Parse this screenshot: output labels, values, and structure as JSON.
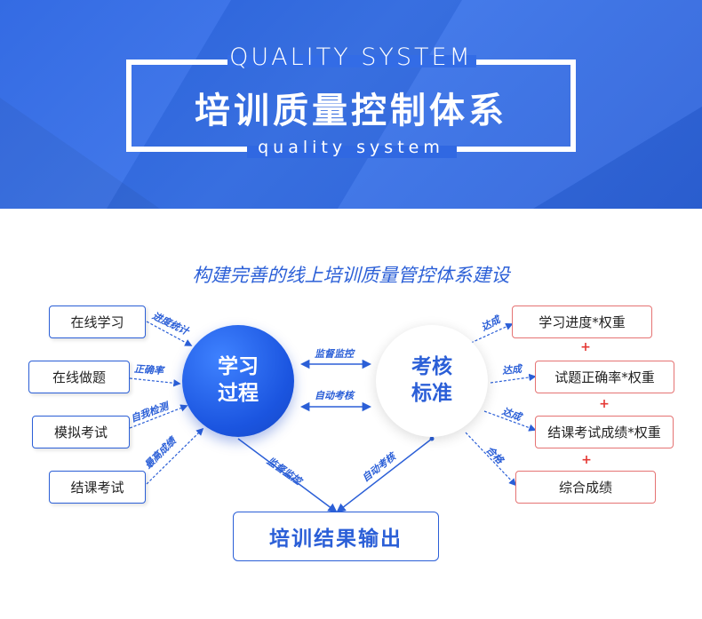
{
  "banner": {
    "title_en": "QUALITY SYSTEM",
    "title_cn": "培训质量控制体系",
    "subtitle_en": "quality system"
  },
  "subtitle": "构建完善的线上培训质量管控体系建设",
  "left_boxes": [
    "在线学习",
    "在线做题",
    "模拟考试",
    "结课考试"
  ],
  "left_labels": [
    "进度统计",
    "正确率",
    "自我检测",
    "最高成绩"
  ],
  "center_left": {
    "line1": "学习",
    "line2": "过程"
  },
  "center_right": {
    "line1": "考核",
    "line2": "标准"
  },
  "center_labels": [
    "监督监控",
    "自动考核"
  ],
  "right_boxes": [
    "学习进度*权重",
    "试题正确率*权重",
    "结课考试成绩*权重",
    "综合成绩"
  ],
  "right_labels": [
    "达成",
    "达成",
    "达成",
    "合格"
  ],
  "plus_sign": "+",
  "bottom_labels": [
    "监督监控",
    "自动考核"
  ],
  "output": "培训结果输出",
  "colors": {
    "brand_blue": "#2b5fd7",
    "accent_red": "#e57373",
    "banner_blue": "#3068e2"
  }
}
